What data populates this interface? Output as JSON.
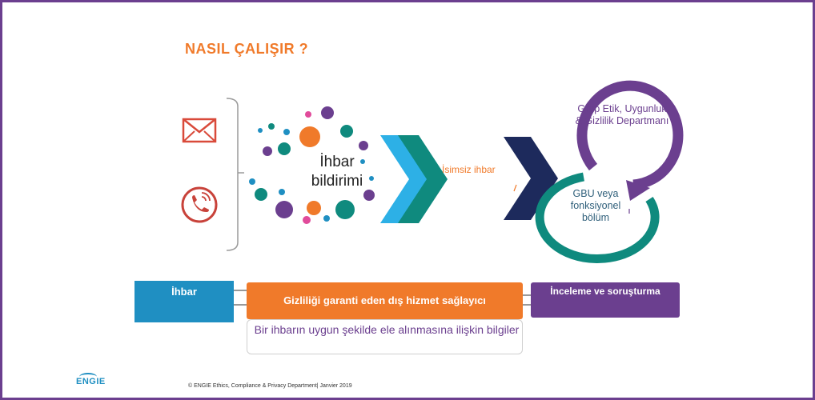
{
  "title": "NASIL ÇALIŞIR ?",
  "center_label": "İhbar bildirimi",
  "arrow_label": "İsimsiz ihbar",
  "cycle_top_label": "Grup Etik, Uygunluk & Gizlilik Departmanı",
  "cycle_bottom_label": "GBU veya fonksiyonel bölüm",
  "flow": {
    "step1": "İhbar",
    "step2": "Gizliliği garanti eden dış hizmet sağlayıcı",
    "step3": "İnceleme ve soruşturma"
  },
  "info_text": "Bir ihbarın uygun şekilde ele alınmasına ilişkin bilgiler",
  "footer": "© ENGIE Ethics, Compliance & Privacy Department| Janvier 2019",
  "logo": "ENGIE",
  "icons": [
    "envelope-icon",
    "phone-icon"
  ],
  "colors": {
    "orange": "#f07a2a",
    "purple": "#6b3f8f",
    "blue": "#1f8fc2",
    "teal": "#0f8a7e",
    "navy": "#1d2a5c"
  }
}
